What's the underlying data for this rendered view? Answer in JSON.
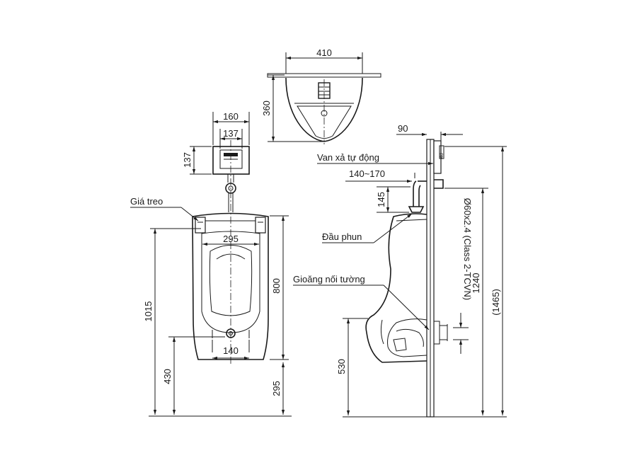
{
  "labels": {
    "hanger": "Giá treo",
    "auto_valve": "Van xả tự động",
    "spray_head": "Đầu phun",
    "wall_gasket": "Gioăng nối tường",
    "pipe_spec": "Ø60x2.4 (Class 2-TCVN)"
  },
  "dims": {
    "top_width": "410",
    "top_depth": "360",
    "valve_outer_width": "160",
    "valve_inner_width": "137",
    "valve_height": "137",
    "inner_width": "295",
    "outlet_width": "140",
    "body_height": "800",
    "total_height": "1015",
    "outlet_height": "430",
    "bottom_height": "295",
    "wall_offset": "90",
    "pipe_offset": "140~170",
    "spray_drop": "145",
    "side_rim_height": "530",
    "inlet_height": "1240",
    "overall_height": "(1465)"
  }
}
